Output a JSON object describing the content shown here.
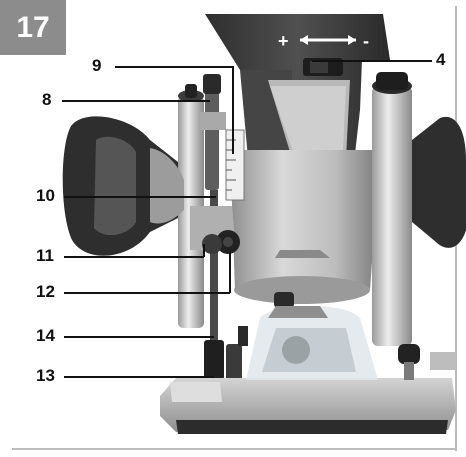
{
  "figure": {
    "number": "17"
  },
  "adjust_direction": {
    "plus": "+",
    "minus": "-"
  },
  "callouts": [
    {
      "id": "4",
      "label": "4"
    },
    {
      "id": "8",
      "label": "8"
    },
    {
      "id": "9",
      "label": "9"
    },
    {
      "id": "10",
      "label": "10"
    },
    {
      "id": "11",
      "label": "11"
    },
    {
      "id": "12",
      "label": "12"
    },
    {
      "id": "13",
      "label": "13"
    },
    {
      "id": "14",
      "label": "14"
    }
  ],
  "colors": {
    "badge": "#8c8c8c",
    "handle": "#2b2b2b",
    "body": "#b8b8b8",
    "motor_housing": "#3c3c3c",
    "base": "#5a5a5a"
  }
}
